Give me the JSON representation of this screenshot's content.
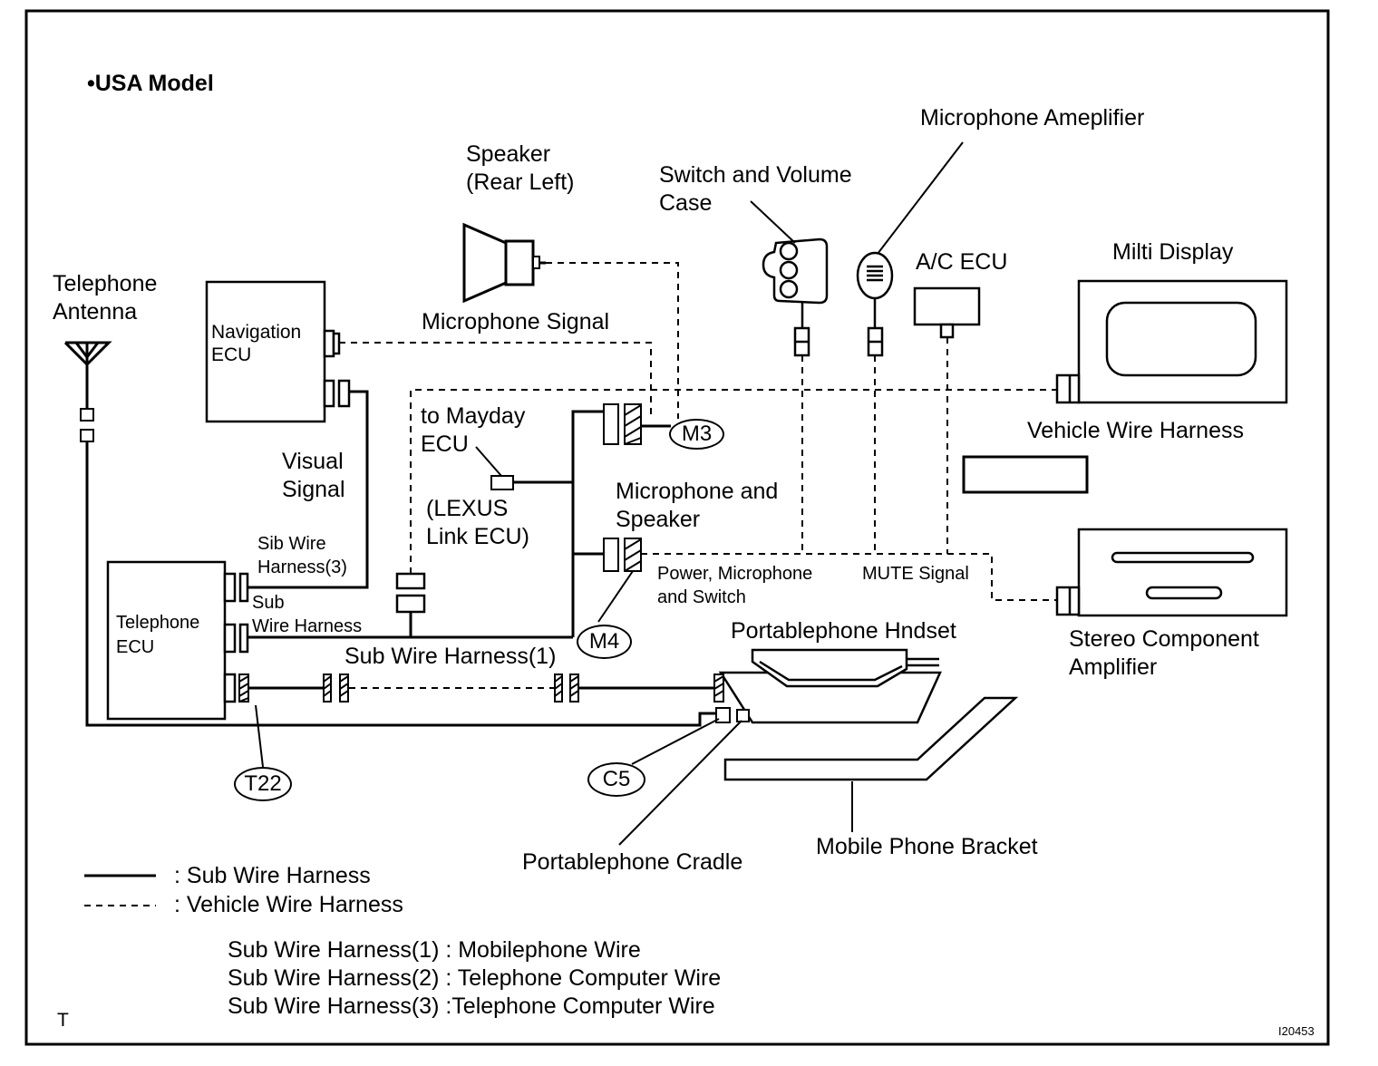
{
  "title": "•USA Model",
  "components": {
    "telephone_antenna": "Telephone\nAntenna",
    "navigation_ecu": "Navigation\nECU",
    "speaker_rear_left": "Speaker\n(Rear Left)",
    "switch_volume_case": "Switch and Volume\nCase",
    "microphone_amplifier": "Microphone Ameplifier",
    "ac_ecu": "A/C ECU",
    "multi_display": "Milti Display",
    "vehicle_wire_harness_label": "Vehicle Wire Harness",
    "microphone_signal": "Microphone Signal",
    "visual_signal": "Visual\nSignal",
    "to_mayday_ecu": "to Mayday\nECU",
    "lexus_link_ecu": "(LEXUS\nLink ECU)",
    "microphone_and_speaker": "Microphone and\nSpeaker",
    "sub_wire_harness_3": "Sib Wire\nHarness(3)",
    "sub_wire_harness": "Sub\nWire Harness",
    "telephone_ecu": "Telephone\nECU",
    "power_mic_switch": "Power, Microphone\nand Switch",
    "mute_signal": "MUTE Signal",
    "stereo_amplifier": "Stereo Component\nAmplifier",
    "portable_handset": "Portablephone Hndset",
    "sub_wire_harness_1": "Sub Wire Harness(1)",
    "portable_cradle": "Portablephone Cradle",
    "mobile_bracket": "Mobile Phone Bracket"
  },
  "connectors": {
    "m3": "M3",
    "m4": "M4",
    "t22": "T22",
    "c5": "C5"
  },
  "legend": {
    "solid": ": Sub Wire Harness",
    "dashed": ": Vehicle Wire Harness"
  },
  "notes": [
    "Sub Wire Harness(1) : Mobilephone Wire",
    "Sub Wire Harness(2) : Telephone Computer Wire",
    "Sub Wire Harness(3) :Telephone Computer Wire"
  ],
  "corner_mark": "T",
  "figure_code": "I20453"
}
